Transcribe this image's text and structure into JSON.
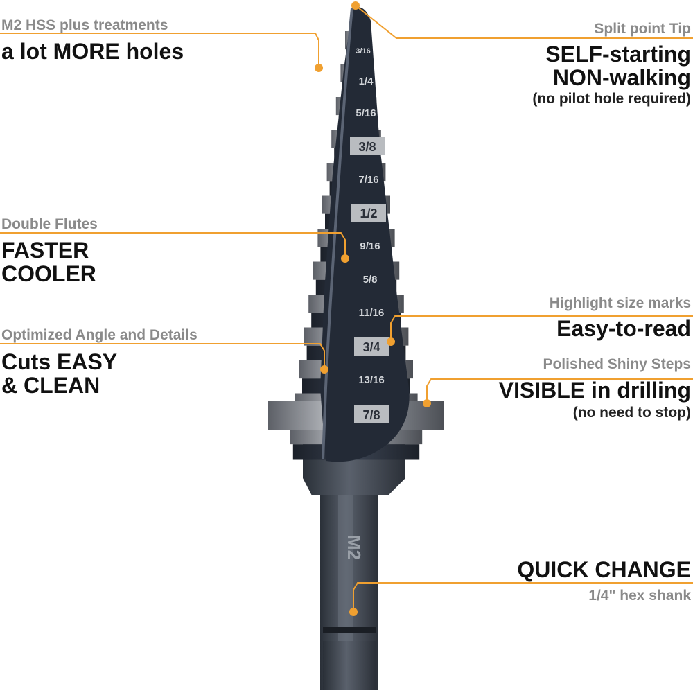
{
  "colors": {
    "accent": "#f0a030",
    "caption": "#8a8a8a",
    "headline": "#111111",
    "bit_body": "#2c3340",
    "step_steel": "#8e9196",
    "highlight_box": "#b9bcc0"
  },
  "callouts": {
    "hss": {
      "caption": "M2 HSS plus treatments",
      "headline": "a lot MORE holes"
    },
    "tip": {
      "caption": "Split point Tip",
      "headline_1": "SELF-starting",
      "headline_2": "NON-walking",
      "note": "(no pilot hole required)"
    },
    "flutes": {
      "caption": "Double Flutes",
      "headline_1": "FASTER",
      "headline_2": "COOLER"
    },
    "angle": {
      "caption": "Optimized Angle and Details",
      "headline_1": "Cuts EASY",
      "headline_2": "& CLEAN"
    },
    "marks": {
      "caption": "Highlight size marks",
      "headline": "Easy-to-read"
    },
    "steps": {
      "caption": "Polished Shiny Steps",
      "headline": "VISIBLE in drilling",
      "note": "(no need to stop)"
    },
    "shank": {
      "headline": "QUICK CHANGE",
      "caption": "1/4\" hex shank"
    }
  },
  "bit": {
    "shank_marking": "M2",
    "sizes": [
      "3/16",
      "1/4",
      "5/16",
      "3/8",
      "7/16",
      "1/2",
      "9/16",
      "5/8",
      "11/16",
      "3/4",
      "13/16",
      "7/8"
    ],
    "highlighted": [
      "3/8",
      "1/2",
      "3/4",
      "7/8"
    ]
  }
}
